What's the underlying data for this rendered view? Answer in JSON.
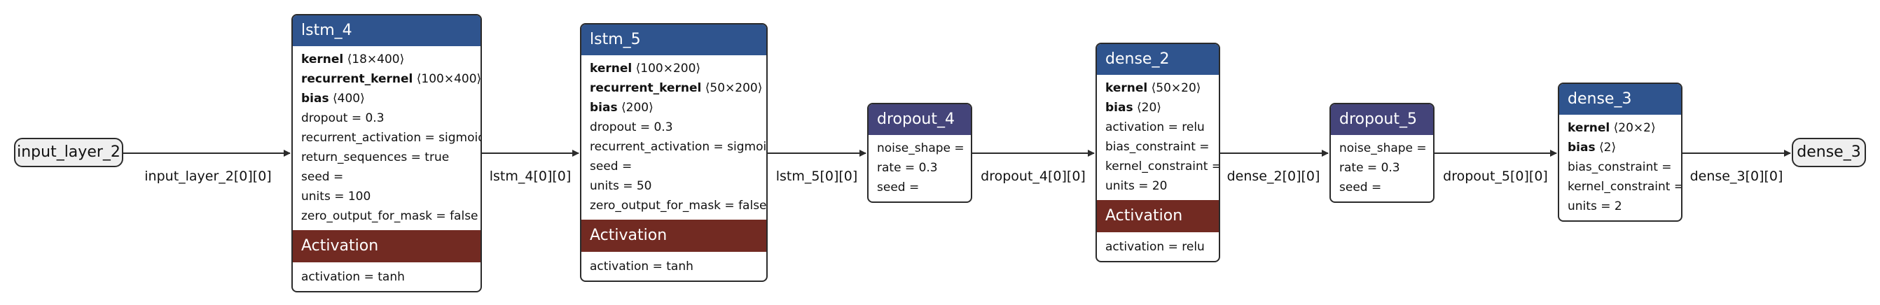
{
  "nodes": {
    "input_layer": {
      "label": "input_layer_2"
    },
    "output_layer": {
      "label": "dense_3"
    },
    "lstm_4": {
      "title": "lstm_4",
      "params": [
        {
          "name": "kernel",
          "shape": "⟨18×400⟩"
        },
        {
          "name": "recurrent_kernel",
          "shape": "⟨100×400⟩"
        },
        {
          "name": "bias",
          "shape": "⟨400⟩"
        }
      ],
      "attrs": [
        "dropout = 0.3",
        "recurrent_activation = sigmoid",
        "return_sequences = true",
        "seed =",
        "units = 100",
        "zero_output_for_mask = false"
      ],
      "activation_title": "Activation",
      "activation": "activation = tanh"
    },
    "lstm_5": {
      "title": "lstm_5",
      "params": [
        {
          "name": "kernel",
          "shape": "⟨100×200⟩"
        },
        {
          "name": "recurrent_kernel",
          "shape": "⟨50×200⟩"
        },
        {
          "name": "bias",
          "shape": "⟨200⟩"
        }
      ],
      "attrs": [
        "dropout = 0.3",
        "recurrent_activation = sigmoid",
        "seed =",
        "units = 50",
        "zero_output_for_mask = false"
      ],
      "activation_title": "Activation",
      "activation": "activation = tanh"
    },
    "dropout_4": {
      "title": "dropout_4",
      "attrs": [
        "noise_shape =",
        "rate = 0.3",
        "seed ="
      ]
    },
    "dense_2": {
      "title": "dense_2",
      "params": [
        {
          "name": "kernel",
          "shape": "⟨50×20⟩"
        },
        {
          "name": "bias",
          "shape": "⟨20⟩"
        }
      ],
      "attrs": [
        "activation = relu",
        "bias_constraint =",
        "kernel_constraint =",
        "units = 20"
      ],
      "activation_title": "Activation",
      "activation": "activation = relu"
    },
    "dropout_5": {
      "title": "dropout_5",
      "attrs": [
        "noise_shape =",
        "rate = 0.3",
        "seed ="
      ]
    },
    "dense_3": {
      "title": "dense_3",
      "params": [
        {
          "name": "kernel",
          "shape": "⟨20×2⟩"
        },
        {
          "name": "bias",
          "shape": "⟨2⟩"
        }
      ],
      "attrs": [
        "bias_constraint =",
        "kernel_constraint =",
        "units = 2"
      ]
    }
  },
  "edges": [
    "input_layer_2[0][0]",
    "lstm_4[0][0]",
    "lstm_5[0][0]",
    "dropout_4[0][0]",
    "dense_2[0][0]",
    "dropout_5[0][0]",
    "dense_3[0][0]"
  ],
  "colors": {
    "layer_header": "#2f548e",
    "dropout_header": "#44447a",
    "activation_header": "#722a22",
    "border": "#2b2b2b",
    "io_fill": "#efefef"
  }
}
